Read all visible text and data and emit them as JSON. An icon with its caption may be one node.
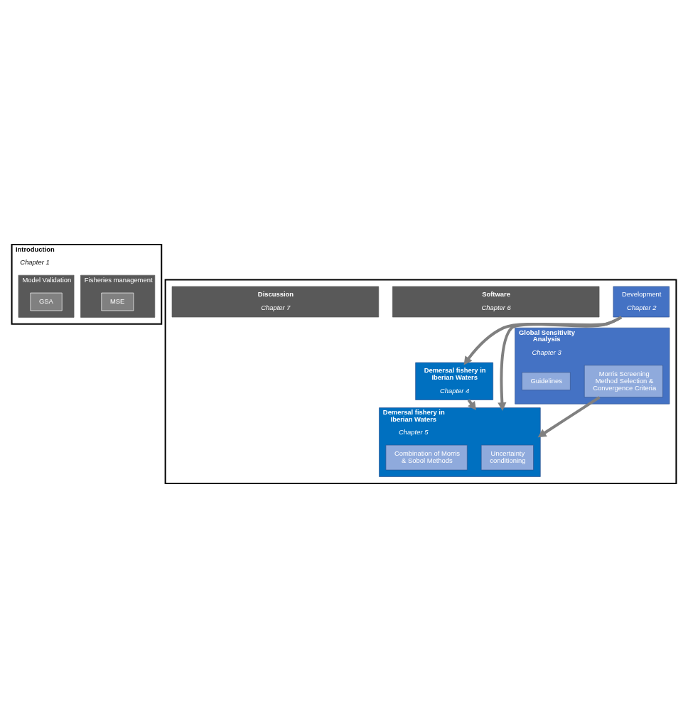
{
  "diagram": {
    "nodes": [
      {
        "text": [
          "Introduction",
          "Chapter 1"
        ]
      },
      {
        "text": [
          "Fisheries management"
        ],
        "in": 0
      },
      {
        "text": [
          "MSE"
        ],
        "in": 1
      },
      {
        "text": [
          "Model Validation"
        ],
        "in": 0
      },
      {
        "text": [
          "GSA"
        ],
        "in": 3
      },
      {
        "text": [],
        "shape": "box"
      },
      {
        "text": [
          "Development",
          "Chapter 2"
        ],
        "in": 5
      },
      {
        "text": [
          "Global Sensitivity Analysis",
          "Chapter 3"
        ],
        "in": 5
      },
      {
        "text": [
          "Morris Screening Method Selection & Convergence Criteria"
        ],
        "in": 7
      },
      {
        "text": [
          "Guidelines"
        ],
        "in": 7
      },
      {
        "text": [
          "Demersal fishery in Iberian Waters",
          "Chapter 4"
        ],
        "in": 5
      },
      {
        "text": [
          "Demersal fishery in Iberian Waters",
          "Chapter 5"
        ],
        "in": 5
      },
      {
        "text": [
          "Uncertainty conditioning"
        ],
        "in": 11
      },
      {
        "text": [
          "Combination of Morris & Sobol Methods"
        ],
        "in": 11
      },
      {
        "text": [
          "Software",
          "Chapter 6"
        ],
        "in": 5
      },
      {
        "text": [
          "Discussion",
          "Chapter 7"
        ],
        "in": 5
      }
    ],
    "edges": [
      {
        "from": 6,
        "to": 10,
        "arrow": "to"
      },
      {
        "from": 6,
        "to": 11,
        "arrow": "to"
      },
      {
        "from": 10,
        "to": 11,
        "arrow": "to"
      },
      {
        "from": 8,
        "to": 11,
        "arrow": "to"
      }
    ]
  }
}
